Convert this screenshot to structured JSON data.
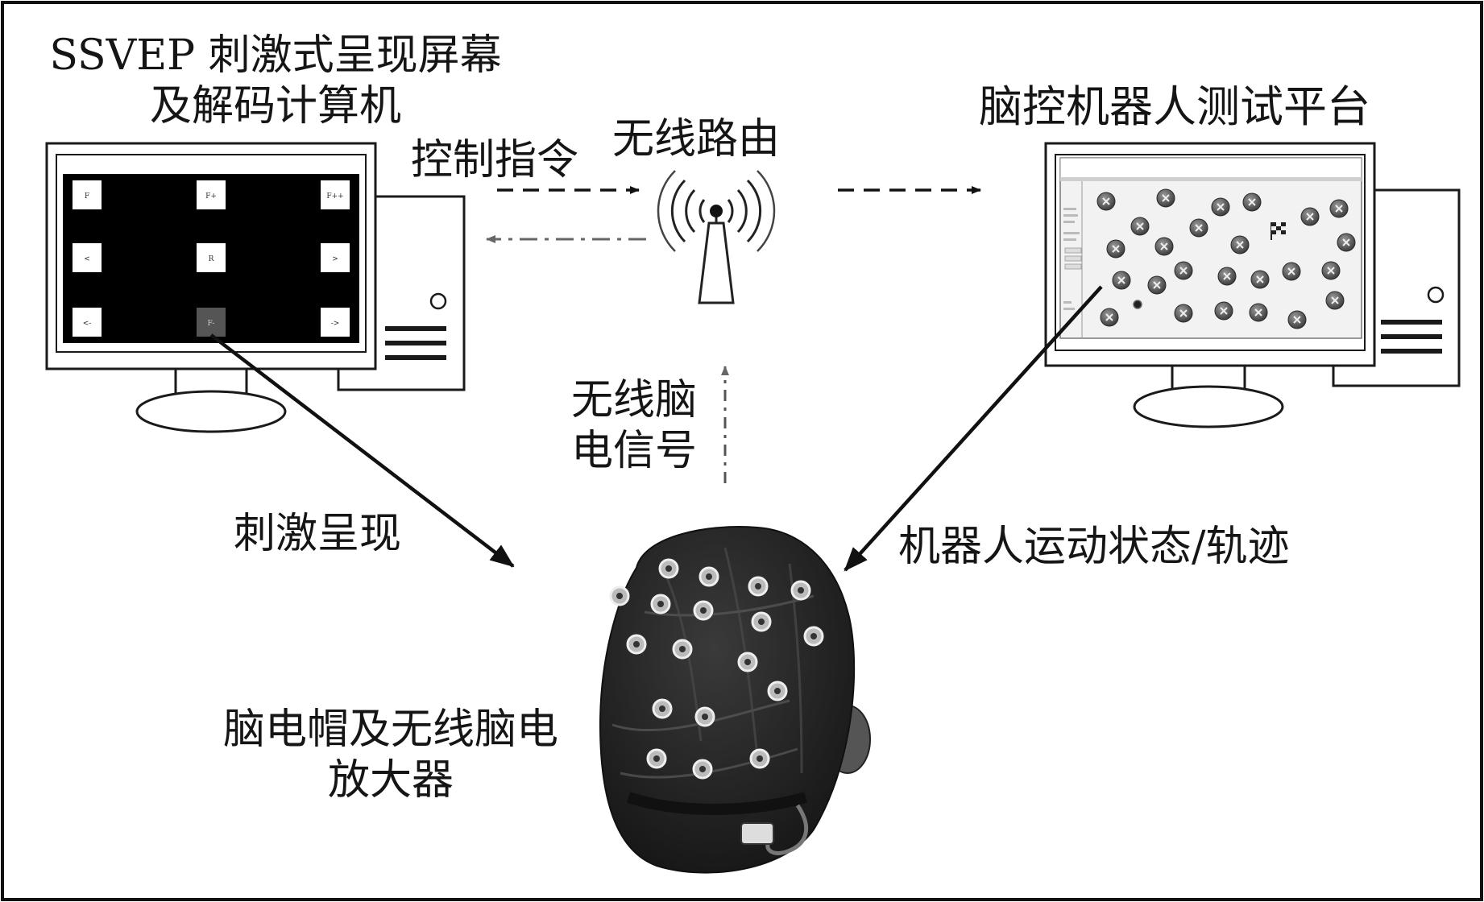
{
  "labels": {
    "ssvep_line1": "SSVEP 刺激式呈现屏幕",
    "ssvep_line2": "及解码计算机",
    "platform": "脑控机器人测试平台",
    "control_command": "控制指令",
    "router": "无线路由",
    "eeg_line1": "无线脑",
    "eeg_line2": "电信号",
    "stimulus": "刺激呈现",
    "robot_state": "机器人运动状态/轨迹",
    "cap_line1": "脑电帽及无线脑电",
    "cap_line2": "放大器"
  },
  "stimulus_keys": [
    "F",
    "F+",
    "F++",
    "<",
    "R",
    ">",
    "<-",
    "F-",
    "->"
  ],
  "colors": {
    "outline": "#1a1a1a",
    "screen_black": "#000000",
    "highlight_key": "#555555",
    "obstacle": "#5a5a5a",
    "head": "#2a2a2a"
  },
  "icons": {
    "router": "wireless-antenna-icon",
    "goal": "checkered-flag-icon"
  }
}
